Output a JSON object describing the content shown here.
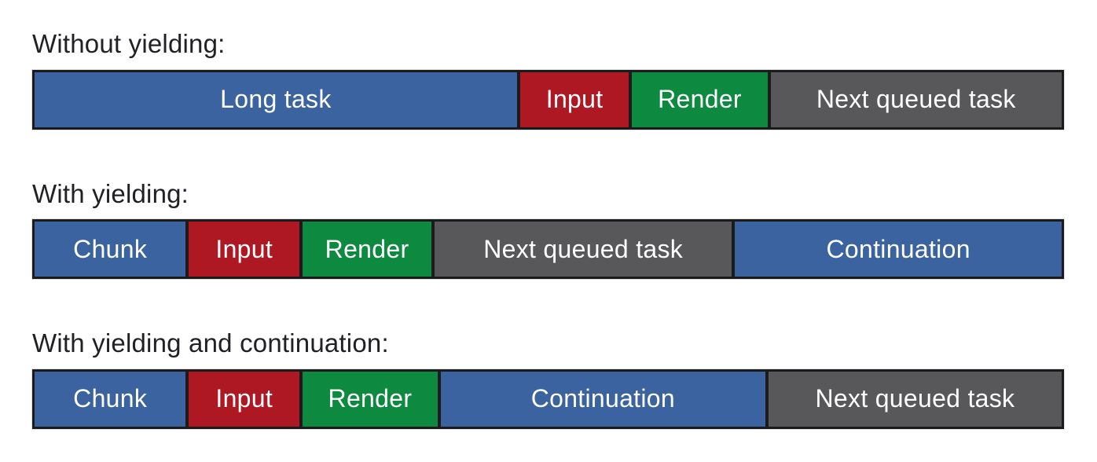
{
  "palette": {
    "blue": "#3A639F",
    "red": "#AE1823",
    "green": "#0E8A40",
    "gray": "#58585A",
    "border": "#1B1B1D",
    "label_text": "#202124",
    "segment_text": "#FFFFFF",
    "background": "#FFFFFF"
  },
  "rows": [
    {
      "label": "Without yielding:",
      "segments": [
        {
          "label": "Long task",
          "color": "blue",
          "width_pct": 47.4
        },
        {
          "label": "Input",
          "color": "red",
          "width_pct": 10.7
        },
        {
          "label": "Render",
          "color": "green",
          "width_pct": 13.3
        },
        {
          "label": "Next queued task",
          "color": "gray",
          "width_pct": 28.6
        }
      ]
    },
    {
      "label": "With yielding:",
      "segments": [
        {
          "label": "Chunk",
          "color": "blue",
          "width_pct": 14.9
        },
        {
          "label": "Input",
          "color": "red",
          "width_pct": 10.9
        },
        {
          "label": "Render",
          "color": "green",
          "width_pct": 12.7
        },
        {
          "label": "Next queued task",
          "color": "gray",
          "width_pct": 29.3
        },
        {
          "label": "Continuation",
          "color": "blue",
          "width_pct": 32.2
        }
      ]
    },
    {
      "label": "With yielding and continuation:",
      "segments": [
        {
          "label": "Chunk",
          "color": "blue",
          "width_pct": 14.9
        },
        {
          "label": "Input",
          "color": "red",
          "width_pct": 10.9
        },
        {
          "label": "Render",
          "color": "green",
          "width_pct": 13.3
        },
        {
          "label": "Continuation",
          "color": "blue",
          "width_pct": 32.0
        },
        {
          "label": "Next queued task",
          "color": "gray",
          "width_pct": 28.9
        }
      ]
    }
  ]
}
